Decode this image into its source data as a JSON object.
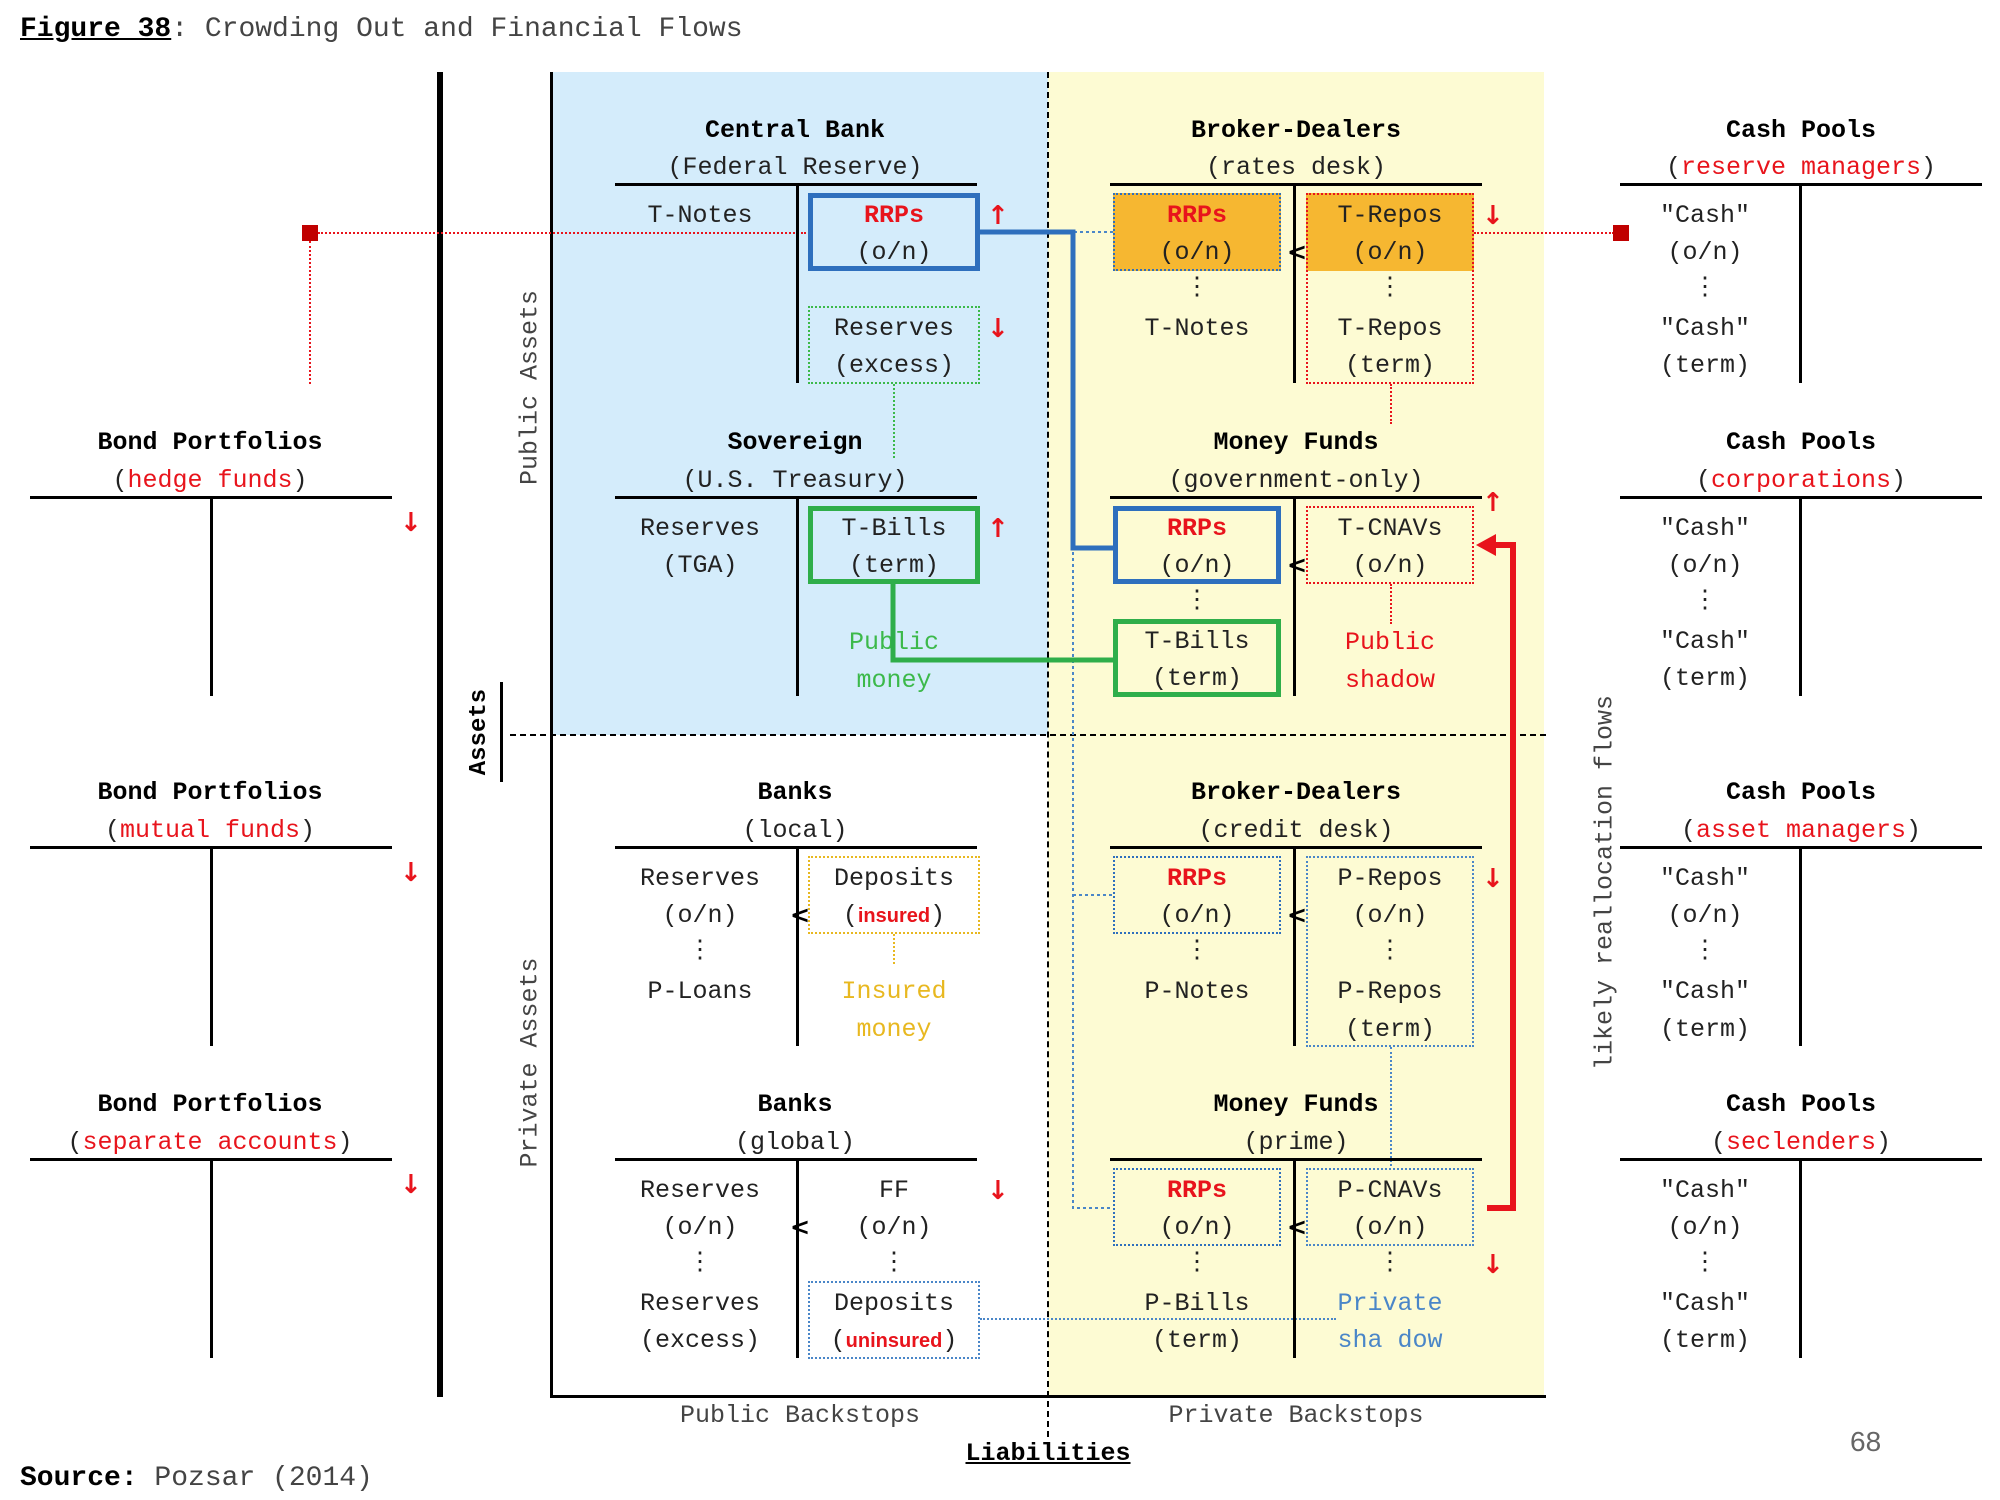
{
  "header": {
    "figure_label": "Figure 38",
    "title_rest": ": Crowding Out and Financial Flows"
  },
  "footer": {
    "source_label": "Source:",
    "source_text": " Pozsar (2014)",
    "page_number": "68"
  },
  "axis": {
    "assets": "Assets",
    "liabilities": "Liabilities",
    "public_assets": "Public Assets",
    "private_assets": "Private Assets",
    "public_backstops": "Public Backstops",
    "private_backstops": "Private Backstops",
    "reallocation": "likely reallocation flows"
  },
  "bond_portfolios": [
    {
      "title": "Bond Portfolios",
      "open": "(",
      "sub": "hedge funds",
      "close": ")"
    },
    {
      "title": "Bond Portfolios",
      "open": "(",
      "sub": "mutual funds",
      "close": ")"
    },
    {
      "title": "Bond Portfolios",
      "open": "(",
      "sub": "separate accounts",
      "close": ")"
    }
  ],
  "cash_pools": [
    {
      "title": "Cash Pools",
      "open": "(",
      "sub": "reserve managers",
      "close": ")",
      "l1": "\"Cash\"",
      "l2": "(o/n)",
      "dots": "⋮",
      "l3": "\"Cash\"",
      "l4": "(term)"
    },
    {
      "title": "Cash Pools",
      "open": "(",
      "sub": "corporations",
      "close": ")",
      "l1": "\"Cash\"",
      "l2": "(o/n)",
      "dots": "⋮",
      "l3": "\"Cash\"",
      "l4": "(term)"
    },
    {
      "title": "Cash Pools",
      "open": "(",
      "sub": "asset managers",
      "close": ")",
      "l1": "\"Cash\"",
      "l2": "(o/n)",
      "dots": "⋮",
      "l3": "\"Cash\"",
      "l4": "(term)"
    },
    {
      "title": "Cash Pools",
      "open": "(",
      "sub": "seclenders",
      "close": ")",
      "l1": "\"Cash\"",
      "l2": "(o/n)",
      "dots": "⋮",
      "l3": "\"Cash\"",
      "l4": "(term)"
    }
  ],
  "central_bank": {
    "title": "Central Bank",
    "sub": "(Federal Reserve)",
    "asset": "T-Notes",
    "rrp1": "RRPs",
    "rrp2": "(o/n)",
    "res1": "Reserves",
    "res2": "(excess)"
  },
  "sovereign": {
    "title": "Sovereign",
    "sub": "(U.S. Treasury)",
    "a1": "Reserves",
    "a2": "(TGA)",
    "b1": "T-Bills",
    "b2": "(term)",
    "m1": "Public",
    "m2": "money"
  },
  "bd_rates": {
    "title": "Broker-Dealers",
    "sub": "(rates desk)",
    "rrp1": "RRPs",
    "rrp2": "(o/n)",
    "rep1": "T-Repos",
    "rep2": "(o/n)",
    "dots": "⋮",
    "a3": "T-Notes",
    "b3": "T-Repos",
    "b4": "(term)"
  },
  "mmf_gov": {
    "title": "Money Funds",
    "sub": "(government-only)",
    "rrp1": "RRPs",
    "rrp2": "(o/n)",
    "c1": "T-CNAVs",
    "c2": "(o/n)",
    "dots": "⋮",
    "tb1": "T-Bills",
    "tb2": "(term)",
    "s1": "Public",
    "s2": "shadow"
  },
  "banks_local": {
    "title": "Banks",
    "sub": "(local)",
    "a1": "Reserves",
    "a2": "(o/n)",
    "dots": "⋮",
    "a3": "P-Loans",
    "d1": "Deposits",
    "d2": "insured",
    "m1": "Insured",
    "m2": "money"
  },
  "banks_global": {
    "title": "Banks",
    "sub": "(global)",
    "a1": "Reserves",
    "a2": "(o/n)",
    "dots": "⋮",
    "a3": "Reserves",
    "a4": "(excess)",
    "f1": "FF",
    "f2": "(o/n)",
    "d1": "Deposits",
    "d2": "uninsured"
  },
  "bd_credit": {
    "title": "Broker-Dealers",
    "sub": "(credit desk)",
    "rrp1": "RRPs",
    "rrp2": "(o/n)",
    "dots": "⋮",
    "a3": "P-Notes",
    "p1": "P-Repos",
    "p2": "(o/n)",
    "p3": "P-Repos",
    "p4": "(term)"
  },
  "mmf_prime": {
    "title": "Money Funds",
    "sub": "(prime)",
    "rrp1": "RRPs",
    "rrp2": "(o/n)",
    "c1": "P-CNAVs",
    "c2": "(o/n)",
    "dots": "⋮",
    "a3": "P-Bills",
    "a4": "(term)",
    "s1": "Private",
    "s2": "sha dow"
  },
  "symbols": {
    "up": "↑",
    "down": "↓",
    "lt": "<",
    "paren_open": "(",
    "paren_close": ")"
  },
  "colors": {
    "public_bg": "#d4ecfb",
    "private_bg": "#fdfbd3",
    "red": "#e8141c",
    "blue": "#2e6fbd",
    "green": "#2fae4a",
    "orange_fill": "#f6b731"
  }
}
